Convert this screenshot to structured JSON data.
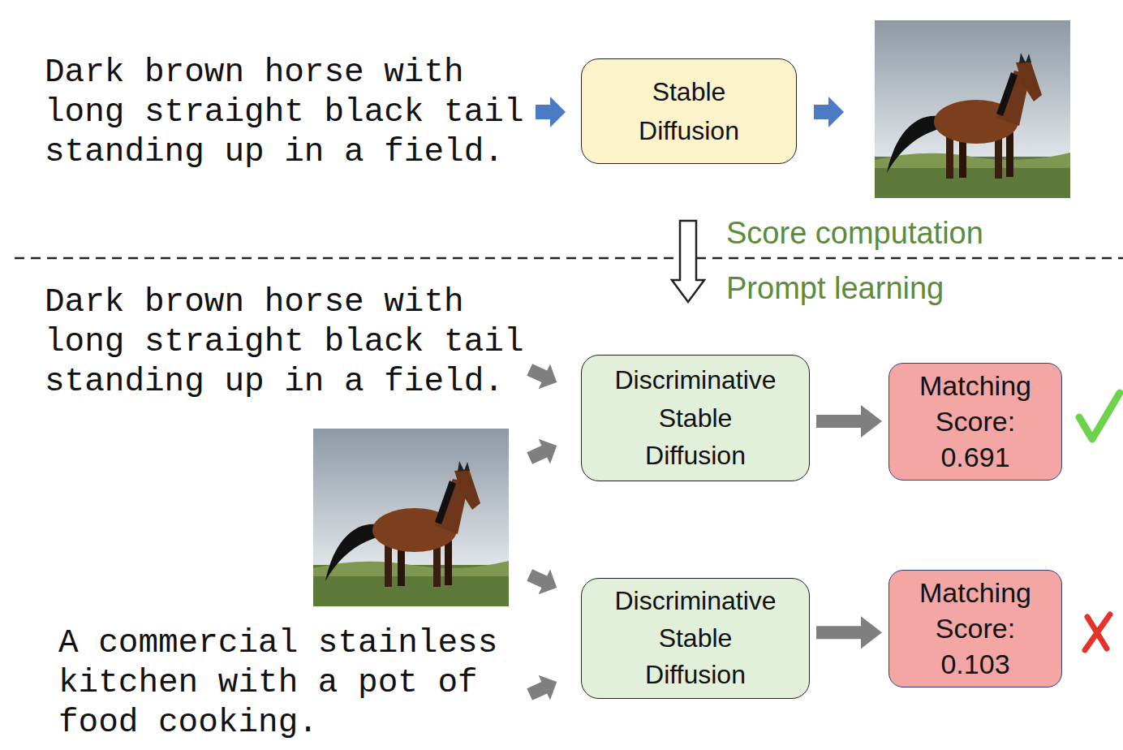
{
  "diagram": {
    "nodes": [
      {
        "text": [
          "Stable Diffusion"
        ]
      },
      {
        "text": [
          "Discriminative Stable Diffusion"
        ]
      },
      {
        "text": [
          "Matching Score:",
          "0.691"
        ]
      },
      {
        "text": [
          "Discriminative Stable Diffusion"
        ]
      },
      {
        "text": [
          "Matching Score:",
          "0.103"
        ]
      }
    ],
    "edges": [
      {
        "from": 1,
        "to": 2,
        "arrow": "to"
      },
      {
        "from": 3,
        "to": 4,
        "arrow": "to"
      }
    ],
    "labels": [
      "Dark brown horse with long straight black tail standing up in a field.",
      "Score computation",
      "Prompt learning",
      "Dark brown horse with long straight black tail standing up in a field.",
      "A commercial stainless kitchen with a pot of food cooking."
    ]
  }
}
